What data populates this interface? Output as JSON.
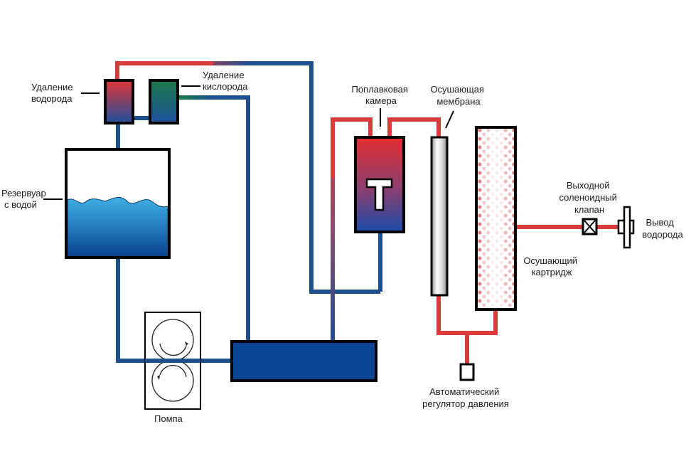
{
  "title": "Схема генератора водорода",
  "colors": {
    "hot": "#d93a3a",
    "cold": "#1f4e8c",
    "water_top": "#3fa9df",
    "water_bottom": "#0b4a8f",
    "block_blue": "#0a4595",
    "oxygen_green": "#1b7a4a"
  },
  "labels": {
    "hydrogen_removal": [
      "Удаление",
      "водорода"
    ],
    "oxygen_removal": [
      "Удаление",
      "кислорода"
    ],
    "reservoir": [
      "Резервуар",
      "с водой"
    ],
    "pump": "Помпа",
    "float_chamber": [
      "Поплавковая",
      "камера"
    ],
    "float_symbol": "T",
    "drying_membrane": [
      "Осушающая",
      "мембрана"
    ],
    "drying_cartridge": [
      "Осушающий",
      "картридж"
    ],
    "solenoid_valve": [
      "Выходной",
      "соленоидный",
      "клапан"
    ],
    "hydrogen_outlet": [
      "Вывод",
      "водорода"
    ],
    "pressure_regulator": [
      "Автоматический",
      "регулятор давления"
    ]
  }
}
